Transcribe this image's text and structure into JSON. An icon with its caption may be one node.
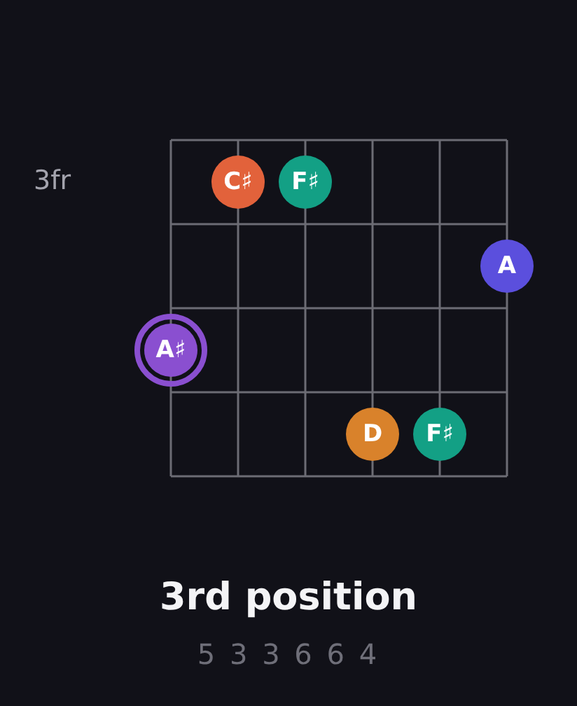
{
  "diagram": {
    "title": "3rd position",
    "nodes": [
      {
        "text": [
          "C♯"
        ]
      },
      {
        "text": [
          "F♯"
        ]
      },
      {
        "text": [
          "A"
        ]
      },
      {
        "text": [
          "A♯"
        ]
      },
      {
        "text": [
          "D"
        ]
      },
      {
        "text": [
          "F♯"
        ]
      }
    ],
    "labels": [
      "3fr",
      "5 3 3 6 6 4"
    ]
  }
}
